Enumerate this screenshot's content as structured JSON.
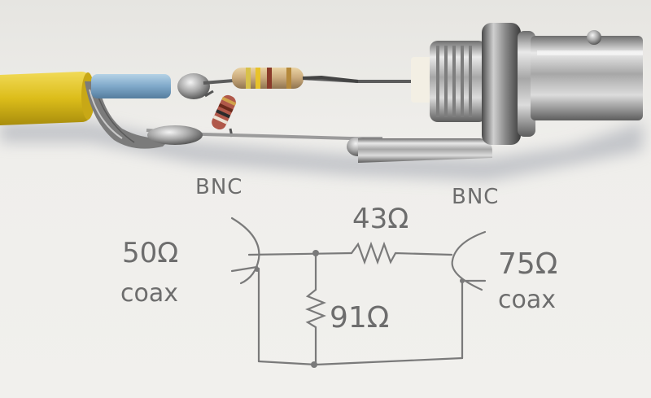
{
  "sketch": {
    "label_bnc_left": "BNC",
    "label_bnc_right": "BNC",
    "label_50_ohm": "50Ω",
    "label_coax_left": "coax",
    "label_43_ohm": "43Ω",
    "label_91_ohm": "91Ω",
    "label_75_ohm": "75Ω",
    "label_coax_right": "coax"
  },
  "colors": {
    "paper": "#efeeeb",
    "pencil": "#6d6d6d",
    "coax_jacket": "#e3c421",
    "dielectric": "#7fa8c9",
    "connector_metal": "#b9b9b9",
    "resistor_body": "#c9a97b"
  }
}
